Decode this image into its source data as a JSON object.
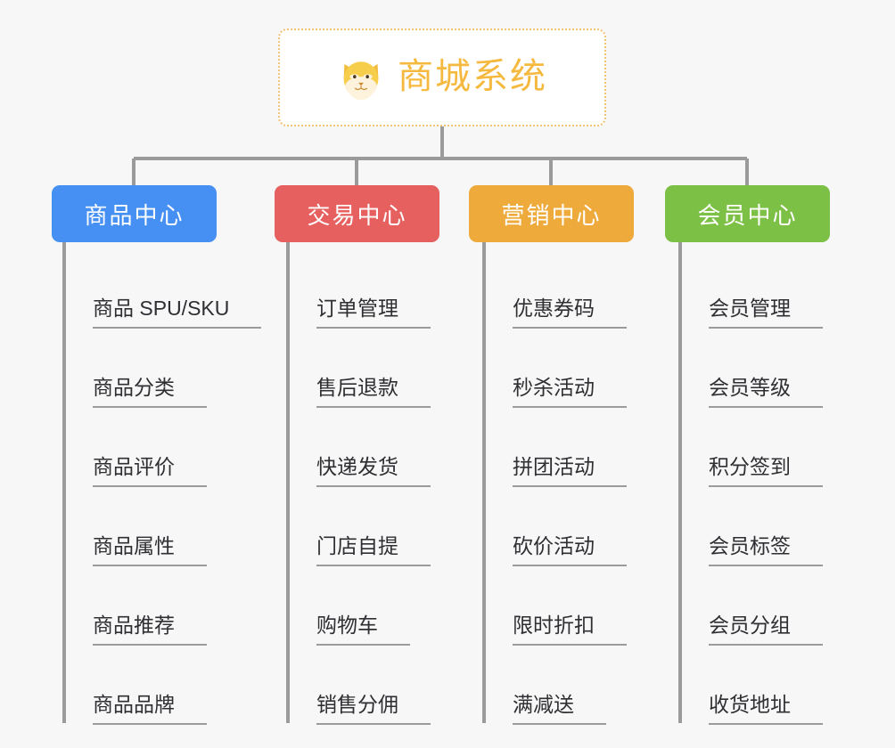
{
  "diagram": {
    "type": "org-chart",
    "background_color": "#f7f7f7",
    "connector_color": "#9b9b9b"
  },
  "root": {
    "title": "商城系统",
    "icon": "shiba-dog-face-icon",
    "text_color": "#f5b93f",
    "border_color": "#f2c173",
    "background_color": "#ffffff"
  },
  "categories": [
    {
      "label": "商品中心",
      "color": "#4590f2",
      "items": [
        "商品 SPU/SKU",
        "商品分类",
        "商品评价",
        "商品属性",
        "商品推荐",
        "商品品牌"
      ]
    },
    {
      "label": "交易中心",
      "color": "#e5605e",
      "items": [
        "订单管理",
        "售后退款",
        "快递发货",
        "门店自提",
        "购物车",
        "销售分佣"
      ]
    },
    {
      "label": "营销中心",
      "color": "#eeab3c",
      "items": [
        "优惠券码",
        "秒杀活动",
        "拼团活动",
        "砍价活动",
        "限时折扣",
        "满减送"
      ]
    },
    {
      "label": "会员中心",
      "color": "#7cc045",
      "items": [
        "会员管理",
        "会员等级",
        "积分签到",
        "会员标签",
        "会员分组",
        "收货地址"
      ]
    }
  ]
}
